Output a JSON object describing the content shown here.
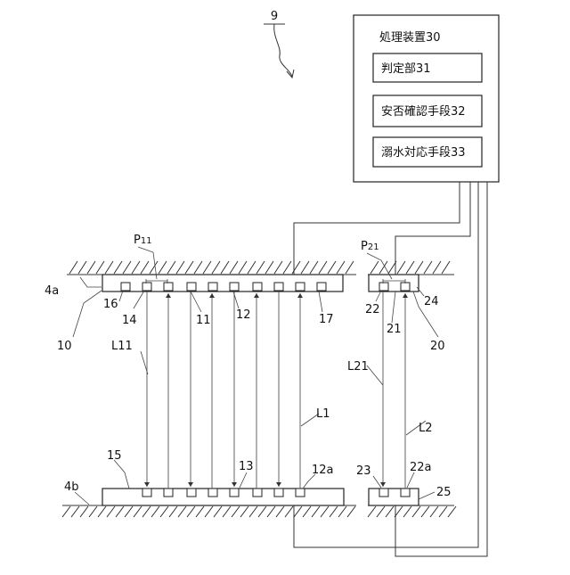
{
  "figure_number": "9",
  "processing_unit": {
    "title": "処理装置30",
    "modules": [
      "判定部31",
      "安否確認手段32",
      "溺水対応手段33"
    ]
  },
  "labels": {
    "p11": "P11",
    "p21": "P21",
    "4a": "4a",
    "4b": "4b",
    "10": "10",
    "11": "11",
    "12": "12",
    "12a": "12a",
    "13": "13",
    "14": "14",
    "15": "15",
    "16": "16",
    "17": "17",
    "20": "20",
    "21": "21",
    "22": "22",
    "22a": "22a",
    "23": "23",
    "24": "24",
    "25": "25",
    "l1": "L1",
    "l11": "L11",
    "l2": "L2",
    "l21": "L21"
  }
}
